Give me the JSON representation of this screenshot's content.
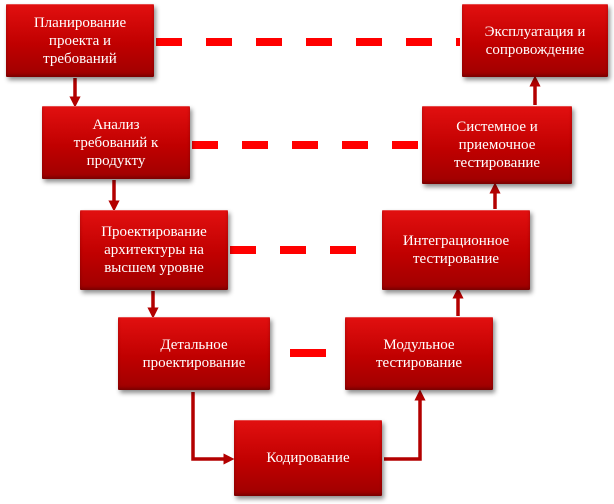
{
  "stages": {
    "planning": "Планирование\nпроекта и\nтребований",
    "analysis": "Анализ\nтребований к\nпродукту",
    "architecture": "Проектирование\nархитектуры на\nвысшем уровне",
    "detailed_design": "Детальное\nпроектирование",
    "coding": "Кодирование",
    "unit_testing": "Модульное\nтестирование",
    "integration_testing": "Интеграционное\nтестирование",
    "system_testing": "Системное и\nприемочное\nтестирование",
    "operation": "Эксплуатация и\nсопровождение"
  },
  "colors": {
    "box": "#c00000",
    "arrow": "#b30000",
    "dash": "#ff0000"
  }
}
